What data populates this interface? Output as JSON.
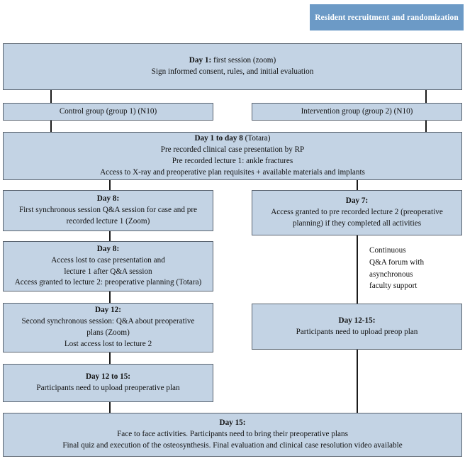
{
  "diagram": {
    "title": "Study flow diagram: resident recruitment, randomization and course timeline",
    "colors": {
      "box_fill": "#c3d3e4",
      "box_border": "#5a6470",
      "banner_fill": "#6c9ac6",
      "banner_text": "#ffffff",
      "connector": "#1b1b1b",
      "text": "#111111"
    },
    "banner": {
      "label": "Resident recruitment and randomization"
    },
    "nodes": [
      {
        "id": "day1",
        "lines": [
          {
            "bold_prefix": "Day 1:",
            "text": " first session (zoom)"
          },
          {
            "bold_prefix": "",
            "text": "Sign informed consent, rules, and initial evaluation"
          }
        ]
      },
      {
        "id": "control-group",
        "lines": [
          {
            "bold_prefix": "",
            "text": "Control group (group 1) (N10)"
          }
        ]
      },
      {
        "id": "intervention-group",
        "lines": [
          {
            "bold_prefix": "",
            "text": "Intervention group (group 2) (N10)"
          }
        ]
      },
      {
        "id": "day1-to-day8",
        "lines": [
          {
            "bold_prefix": "Day 1 to day 8",
            "text": " (Totara)"
          },
          {
            "bold_prefix": "",
            "text": "Pre recorded clinical case presentation by RP"
          },
          {
            "bold_prefix": "",
            "text": "Pre recorded lecture 1: ankle fractures"
          },
          {
            "bold_prefix": "",
            "text": "Access to X-ray and preoperative plan requisites + available materials and implants"
          }
        ]
      },
      {
        "id": "day8-first-session",
        "lines": [
          {
            "bold_prefix": "Day 8:",
            "text": ""
          },
          {
            "bold_prefix": "",
            "text": "First synchronous session Q&A session for case and pre"
          },
          {
            "bold_prefix": "",
            "text": "recorded lecture 1 (Zoom)"
          }
        ]
      },
      {
        "id": "day7-access-granted",
        "lines": [
          {
            "bold_prefix": "Day 7:",
            "text": ""
          },
          {
            "bold_prefix": "",
            "text": "Access granted to pre recorded lecture 2 (preoperative"
          },
          {
            "bold_prefix": "",
            "text": "planning) if they completed all activities"
          }
        ]
      },
      {
        "id": "day8-access-lost",
        "lines": [
          {
            "bold_prefix": "Day 8:",
            "text": ""
          },
          {
            "bold_prefix": "",
            "text": "Access lost to case presentation and"
          },
          {
            "bold_prefix": "",
            "text": "lecture 1 after Q&A session"
          },
          {
            "bold_prefix": "",
            "text": "Access granted to lecture 2: preoperative planning (Totara)"
          }
        ]
      },
      {
        "id": "day12-second-session",
        "lines": [
          {
            "bold_prefix": "Day 12:",
            "text": ""
          },
          {
            "bold_prefix": "",
            "text": "Second synchronous session: Q&A about preoperative"
          },
          {
            "bold_prefix": "",
            "text": "plans (Zoom)"
          },
          {
            "bold_prefix": "",
            "text": "Lost access lost to lecture 2"
          }
        ]
      },
      {
        "id": "day12-15-upload-preop",
        "lines": [
          {
            "bold_prefix": "Day 12-15:",
            "text": ""
          },
          {
            "bold_prefix": "",
            "text": "Participants need to upload preop plan"
          }
        ]
      },
      {
        "id": "day12-to-15-upload",
        "lines": [
          {
            "bold_prefix": "Day 12 to 15:",
            "text": ""
          },
          {
            "bold_prefix": "",
            "text": "Participants need to upload preoperative plan"
          }
        ]
      },
      {
        "id": "day15-final",
        "lines": [
          {
            "bold_prefix": "Day 15:",
            "text": ""
          },
          {
            "bold_prefix": "",
            "text": "Face to face activities. Participants need to bring their preoperative plans"
          },
          {
            "bold_prefix": "",
            "text": "Final quiz and execution of the osteosynthesis. Final evaluation and clinical case resolution video available"
          }
        ]
      }
    ],
    "annotation": {
      "id": "continuous-qa-forum",
      "lines": [
        "Continuous",
        "Q&A forum with",
        "asynchronous",
        "faculty support"
      ]
    }
  }
}
